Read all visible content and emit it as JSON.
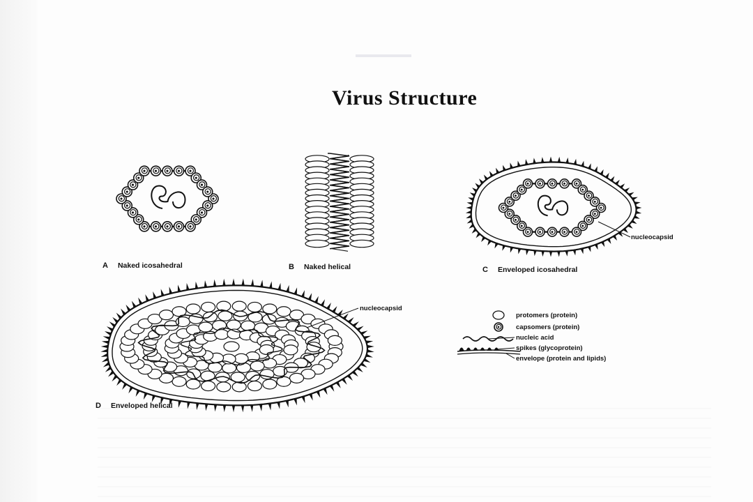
{
  "title": "Virus Structure",
  "figures": {
    "a": {
      "letter": "A",
      "caption": "Naked icosahedral"
    },
    "b": {
      "letter": "B",
      "caption": "Naked helical"
    },
    "c": {
      "letter": "C",
      "caption": "Enveloped icosahedral"
    },
    "d": {
      "letter": "D",
      "caption": "Enveloped helical"
    }
  },
  "labels": {
    "nucleocapsid_c": "nucleocapsid",
    "nucleocapsid_d": "nucleocapsid"
  },
  "legend": [
    {
      "key": "protomers",
      "text": "protomers (protein)"
    },
    {
      "key": "capsomers",
      "text": "capsomers (protein)"
    },
    {
      "key": "nucleic_acid",
      "text": "nucleic acid"
    },
    {
      "key": "spikes",
      "text": "spikes (glycoprotein)"
    },
    {
      "key": "envelope",
      "text": "envelope (protein and lipids)"
    }
  ],
  "colors": {
    "ink": "#111111",
    "paper": "#fdfdfd"
  }
}
